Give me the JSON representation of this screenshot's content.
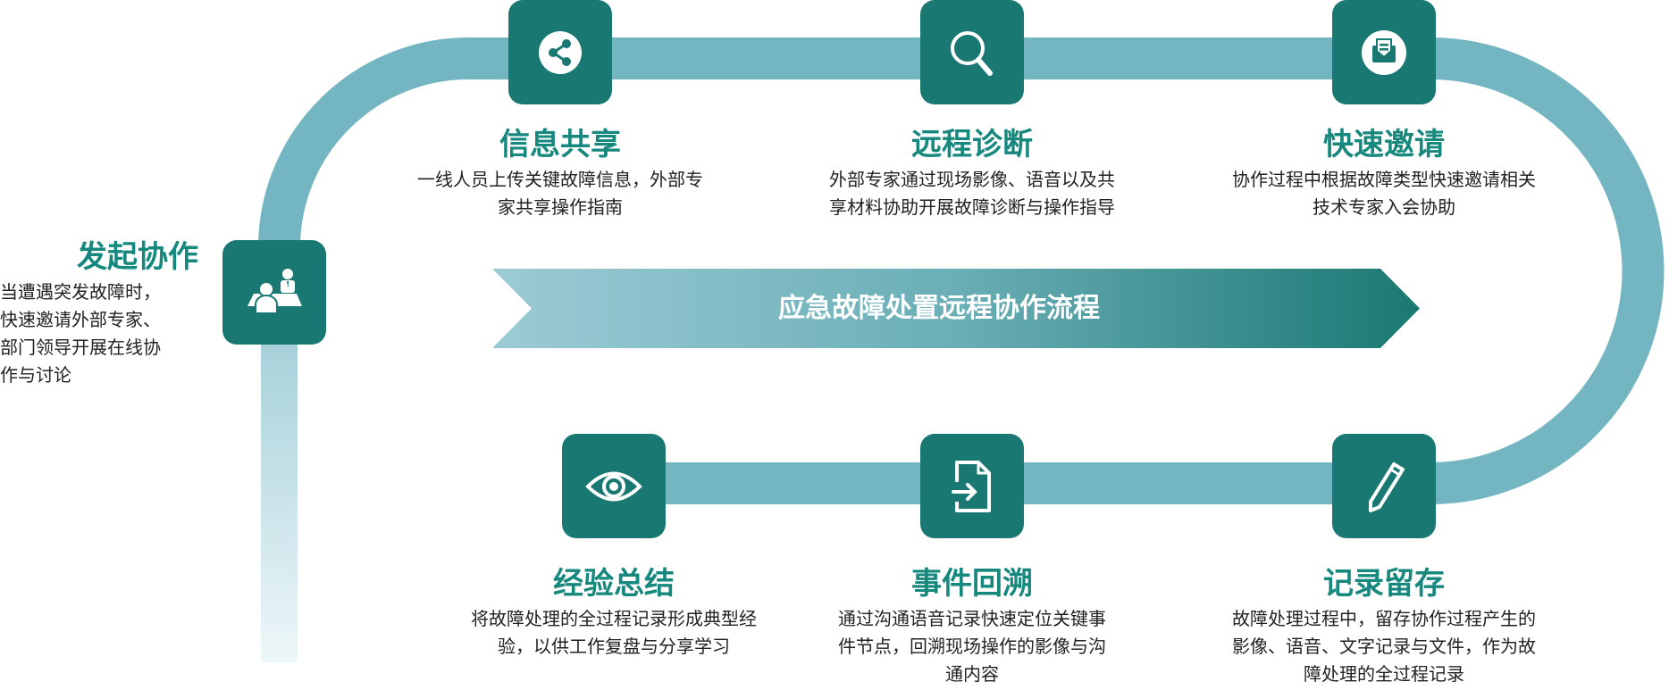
{
  "colors": {
    "track": "#74b5c2",
    "box": "#1a7872",
    "title": "#16887e",
    "banner_start": "#9ccbd5",
    "banner_end": "#1a7872"
  },
  "banner": {
    "label": "应急故障处置远程协作流程"
  },
  "start": {
    "title": "发起协作",
    "desc_lines": [
      "当遭遇突发故障时，",
      "快速邀请外部专家、",
      "部门领导开展在线协",
      "作与讨论"
    ],
    "icon": "meeting-icon"
  },
  "steps": [
    {
      "title": "信息共享",
      "desc_lines": [
        "一线人员上传关键故障信息，外部专",
        "家共享操作指南"
      ],
      "icon": "share-icon"
    },
    {
      "title": "远程诊断",
      "desc_lines": [
        "外部专家通过现场影像、语音以及共",
        "享材料协助开展故障诊断与操作指导"
      ],
      "icon": "search-icon"
    },
    {
      "title": "快速邀请",
      "desc_lines": [
        "协作过程中根据故障类型快速邀请相关",
        "技术专家入会协助"
      ],
      "icon": "inbox-icon"
    },
    {
      "title": "记录留存",
      "desc_lines": [
        "故障处理过程中，留存协作过程产生的",
        "影像、语音、文字记录与文件，作为故",
        "障处理的全过程记录"
      ],
      "icon": "pencil-icon"
    },
    {
      "title": "事件回溯",
      "desc_lines": [
        "通过沟通语音记录快速定位关键事",
        "件节点，回溯现场操作的影像与沟",
        "通内容"
      ],
      "icon": "file-import-icon"
    },
    {
      "title": "经验总结",
      "desc_lines": [
        "将故障处理的全过程记录形成典型经",
        "验，以供工作复盘与分享学习"
      ],
      "icon": "eye-icon"
    }
  ]
}
